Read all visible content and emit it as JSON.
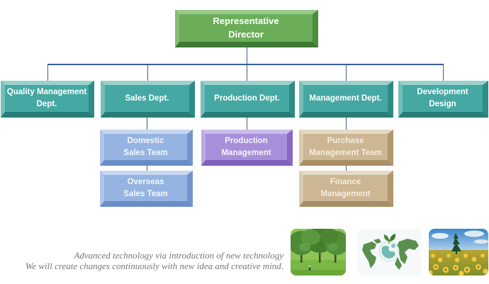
{
  "org": {
    "director": {
      "label": "Representative\nDirector"
    },
    "depts": [
      {
        "label": "Quality Management\nDept."
      },
      {
        "label": "Sales Dept."
      },
      {
        "label": "Production Dept."
      },
      {
        "label": "Management Dept."
      },
      {
        "label": "Development Design"
      }
    ],
    "teams": [
      {
        "label": "Domestic\nSales Team",
        "parent": "Sales Dept."
      },
      {
        "label": "Overseas\nSales Team",
        "parent": "Sales Dept."
      },
      {
        "label": "Production\nManagement",
        "parent": "Production Dept."
      },
      {
        "label": "Purchase\nManagement Team",
        "parent": "Management Dept."
      },
      {
        "label": "Finance\nManagement",
        "parent": "Management Dept."
      }
    ]
  },
  "caption": {
    "line1": "Advanced technology via introduction of new technology",
    "line2": "We will create changes continuously with new idea and creative mind."
  },
  "photos": [
    {
      "name": "trees"
    },
    {
      "name": "globe-map"
    },
    {
      "name": "sunflowers"
    }
  ],
  "colors": {
    "director_box": "#6bad58",
    "dept_box": "#46a8a2",
    "sales_team_box": "#95b4e1",
    "production_team_box": "#a78fd9",
    "management_team_box": "#cdb693",
    "connector": "#3a5c92",
    "caption_text": "#787878"
  }
}
